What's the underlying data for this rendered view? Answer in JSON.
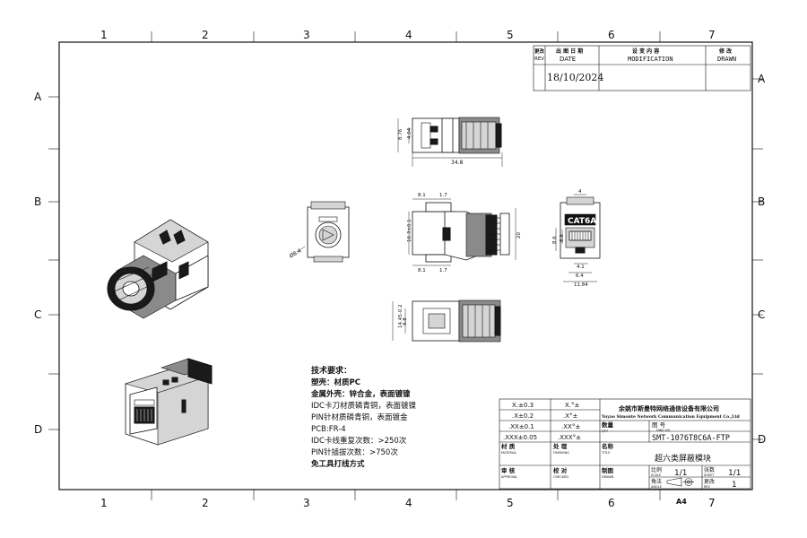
{
  "grid": {
    "columns": [
      "1",
      "2",
      "3",
      "4",
      "5",
      "6",
      "7"
    ],
    "rows": [
      "A",
      "B",
      "C",
      "D"
    ]
  },
  "revision": {
    "col_rev_cn": "更改",
    "col_rev_en": "REV",
    "col_date_cn": "出 图 日 期",
    "col_date_en": "DATE",
    "col_mod_cn": "设 变 内 容",
    "col_mod_en": "MODIFICATION",
    "col_drawn_cn": "修 改",
    "col_drawn_en": "DRAWN",
    "date_value": "18/10/2024"
  },
  "dimensions": {
    "top_height_outer": "8.76",
    "top_height_inner": "4.04",
    "top_length": "34.8",
    "front_dia": "Ø8.4",
    "side_top_left": "8.1",
    "side_top_right": "1.7",
    "side_height_inner": "16.3±0.1",
    "side_height_outer": "20",
    "side_bottom_left": "8.1",
    "side_bottom_right": "1.7",
    "right_top": "4",
    "right_h1": "8.6",
    "right_h2": "6.9",
    "right_w1": "4.1",
    "right_w2": "6.4",
    "right_w3": "11.84",
    "bottom_height_outer": "14.45-0.2",
    "bottom_height_inner": "9.8"
  },
  "jack_label": "CAT6A",
  "tech_requirements": {
    "title": "技术要求：",
    "lines": [
      "塑壳：材质PC",
      "金属外壳：锌合金，表面镀镍",
      "IDC卡刀材质磷青铜，表面镀镍",
      "PIN针材质磷青铜，表面镀金",
      "PCB:FR-4",
      "IDC卡线重复次数：>250次",
      "PIN针插拔次数：>750次",
      "免工具打线方式"
    ]
  },
  "title_block": {
    "tolerances": [
      [
        "X.±0.3",
        "X.°±"
      ],
      [
        ".X±0.2",
        ".X°±"
      ],
      [
        ".XX±0.1",
        ".XX°±"
      ],
      [
        ".XXX±0.05",
        ".XXX°±"
      ]
    ],
    "company_cn": "余姚市斯曼特网络通信设备有限公司",
    "company_en": "Yuyao Simonte Network Communication Equipment Co.,Ltd",
    "qty_cn": "数量",
    "qty_en": "QTY",
    "dwg_cn": "图 号",
    "dwg_en": "DWG NO.",
    "dwg_no": "SMT-1076T8C6A-FTP",
    "material_cn": "材 质",
    "material_en": "MATERIAL",
    "finishing_cn": "处 理",
    "finishing_en": "FINISHING",
    "title_cn": "名称",
    "title_en": "TITLE",
    "title_value": "超六类屏蔽模块",
    "approval_cn": "审 核",
    "approval_en": "APPROVAL",
    "checked_cn": "校 对",
    "checked_en": "CHECKED",
    "drawn_cn": "制图",
    "drawn_en": "DRAWN",
    "scale_cn": "比例",
    "scale_en": "SCALE",
    "scale_value": "1/1",
    "sheet_cn": "张数",
    "sheet_en": "SHEET",
    "sheet_value": "1/1",
    "angle_cn": "角法",
    "angle_en": "ANGLE",
    "rev_cn": "更改",
    "rev_en": "REV",
    "rev_value": "1",
    "paper_size": "A4"
  }
}
